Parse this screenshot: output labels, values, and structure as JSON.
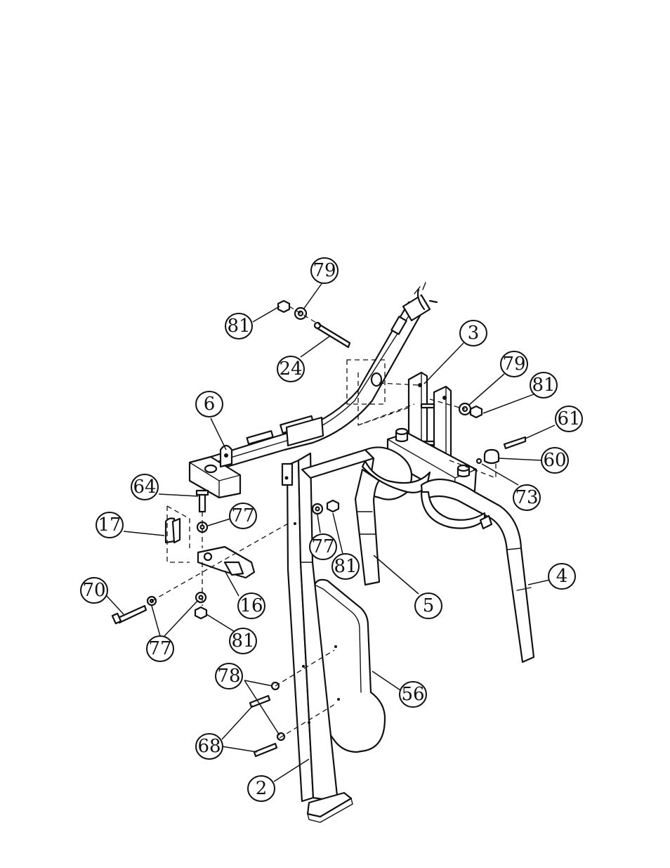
{
  "callouts": [
    {
      "id": "c79a",
      "text": "79"
    },
    {
      "id": "c81a",
      "text": "81"
    },
    {
      "id": "c24",
      "text": "24"
    },
    {
      "id": "c3",
      "text": "3"
    },
    {
      "id": "c79b",
      "text": "79"
    },
    {
      "id": "c81b",
      "text": "81"
    },
    {
      "id": "c61",
      "text": "61"
    },
    {
      "id": "c60",
      "text": "60"
    },
    {
      "id": "c73",
      "text": "73"
    },
    {
      "id": "c6",
      "text": "6"
    },
    {
      "id": "c64",
      "text": "64"
    },
    {
      "id": "c77a",
      "text": "77"
    },
    {
      "id": "c17",
      "text": "17"
    },
    {
      "id": "c77b",
      "text": "77"
    },
    {
      "id": "c81c",
      "text": "81"
    },
    {
      "id": "c5",
      "text": "5"
    },
    {
      "id": "c4",
      "text": "4"
    },
    {
      "id": "c70",
      "text": "70"
    },
    {
      "id": "c16",
      "text": "16"
    },
    {
      "id": "c77c",
      "text": "77"
    },
    {
      "id": "c81d",
      "text": "81"
    },
    {
      "id": "c78",
      "text": "78"
    },
    {
      "id": "c56",
      "text": "56"
    },
    {
      "id": "c68",
      "text": "68"
    },
    {
      "id": "c2",
      "text": "2"
    }
  ]
}
